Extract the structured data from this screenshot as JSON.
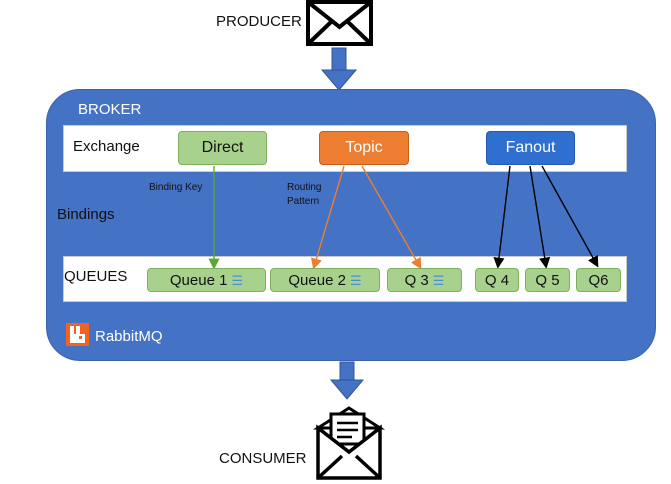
{
  "producer_label": "PRODUCER",
  "consumer_label": "CONSUMER",
  "broker_label": "BROKER",
  "exchange_label": "Exchange",
  "bindings_label": "Bindings",
  "queues_label": "QUEUES",
  "brand_label": "RabbitMQ",
  "exchanges": {
    "direct": "Direct",
    "topic": "Topic",
    "fanout": "Fanout"
  },
  "binding_notes": {
    "binding_key": "Binding Key",
    "routing_pattern_line1": "Routing",
    "routing_pattern_line2": "Pattern"
  },
  "queues": {
    "q1": "Queue 1",
    "q2": "Queue 2",
    "q3": "Q 3",
    "q4": "Q 4",
    "q5": "Q 5",
    "q6": "Q6"
  },
  "colors": {
    "broker": "#4472c4",
    "direct": "#a9d18e",
    "topic": "#ed7d31",
    "fanout": "#2f6fd0",
    "queue": "#a9d18e"
  },
  "icons": {
    "producer": "envelope-icon",
    "consumer": "open-envelope-icon",
    "brand": "rabbitmq-logo-icon"
  }
}
